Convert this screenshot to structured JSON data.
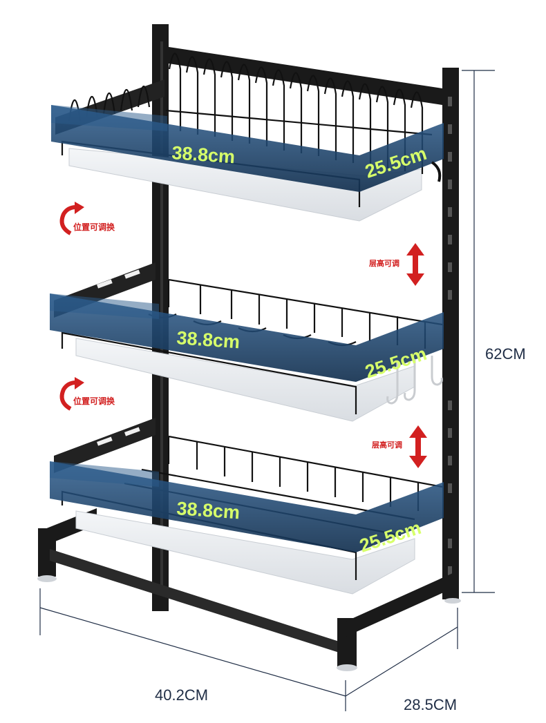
{
  "dimensions": {
    "height": "62CM",
    "width": "40.2CM",
    "depth": "28.5CM"
  },
  "shelves": [
    {
      "length": "38.8cm",
      "depth": "25.5cm"
    },
    {
      "length": "38.8cm",
      "depth": "25.5cm"
    },
    {
      "length": "38.8cm",
      "depth": "25.5cm"
    }
  ],
  "annotations": {
    "position_adjustable": "位置可调换",
    "height_adjustable": "层高可调"
  },
  "colors": {
    "frame": "#1a1a1a",
    "shelf_band": "#1e3f66",
    "shelf_text": "#d7ff6a",
    "dimension_line": "#1f2d45",
    "annotation_red": "#d22020"
  }
}
